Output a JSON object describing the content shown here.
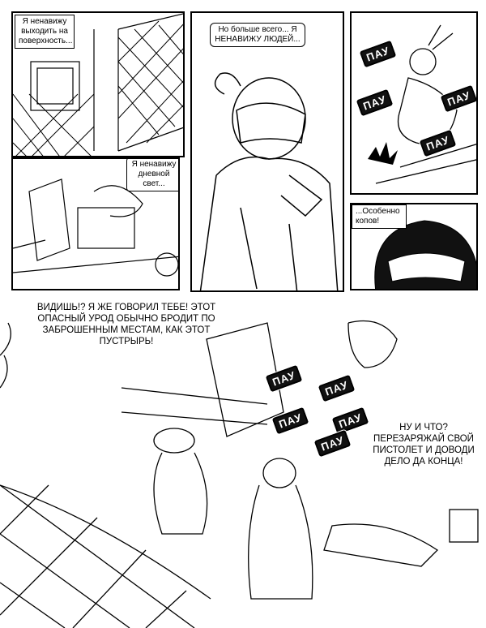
{
  "panels": [
    {
      "caption": "Я ненавижу выходить на поверхность..."
    },
    {
      "caption": "Но больше всего... Я НЕНАВИЖУ ЛЮДЕЙ..."
    },
    {
      "sfx": [
        "ПАУ",
        "ПАУ",
        "ПАУ",
        "ПАУ"
      ]
    },
    {
      "caption": "Я ненавижу дневной свет..."
    },
    {
      "caption": "...Особенно копов!"
    }
  ],
  "main_panel": {
    "balloon_left": "ВИДИШЬ!? Я ЖЕ ГОВОРИЛ ТЕБЕ! ЭТОТ ОПАСНЫЙ УРОД ОБЫЧНО БРОДИТ ПО ЗАБРОШЕННЫМ МЕСТАМ, КАК ЭТОТ ПУСТРЫРЬ!",
    "balloon_right": "НУ И ЧТО? ПЕРЕЗАРЯЖАЙ СВОЙ ПИСТОЛЕТ И ДОВОДИ ДЕЛО ДА КОНЦА!",
    "sfx": [
      "ПАУ",
      "ПАУ",
      "ПАУ",
      "ПАУ",
      "ПАУ"
    ]
  }
}
